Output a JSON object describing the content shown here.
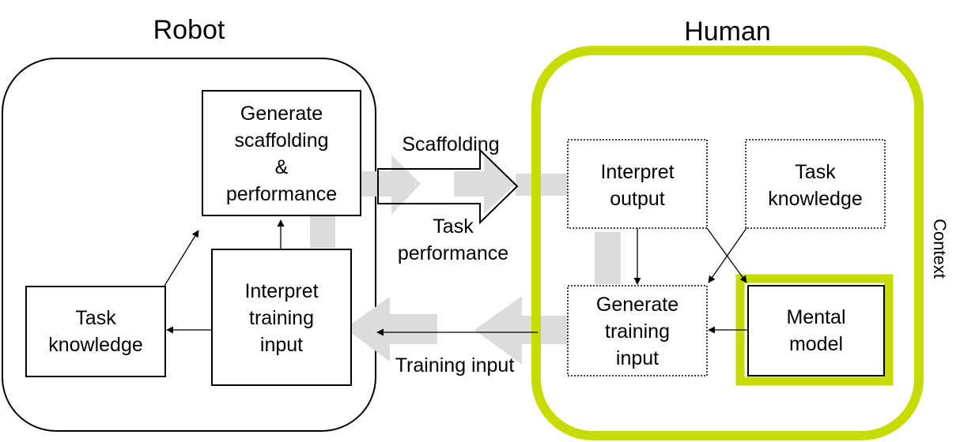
{
  "robot": {
    "title": "Robot",
    "generate_box": {
      "line1": "Generate",
      "line2": "scaffolding",
      "line3": "&",
      "line4": "performance"
    },
    "interpret_box": {
      "line1": "Interpret",
      "line2": "training",
      "line3": "input"
    },
    "knowledge_box": {
      "line1": "Task",
      "line2": "knowledge"
    }
  },
  "human": {
    "title": "Human",
    "context_label": "Context",
    "interpret_output_box": {
      "line1": "Interpret",
      "line2": "output"
    },
    "task_knowledge_box": {
      "line1": "Task",
      "line2": "knowledge"
    },
    "generate_training_box": {
      "line1": "Generate",
      "line2": "training",
      "line3": "input"
    },
    "mental_model_box": {
      "line1": "Mental",
      "line2": "model"
    }
  },
  "channels": {
    "scaffolding": "Scaffolding",
    "task_performance_line1": "Task",
    "task_performance_line2": "performance",
    "training_input": "Training input"
  },
  "colors": {
    "human_border": "#c6dc00",
    "flow_gray": "#dcdcdc",
    "line": "#000000"
  }
}
